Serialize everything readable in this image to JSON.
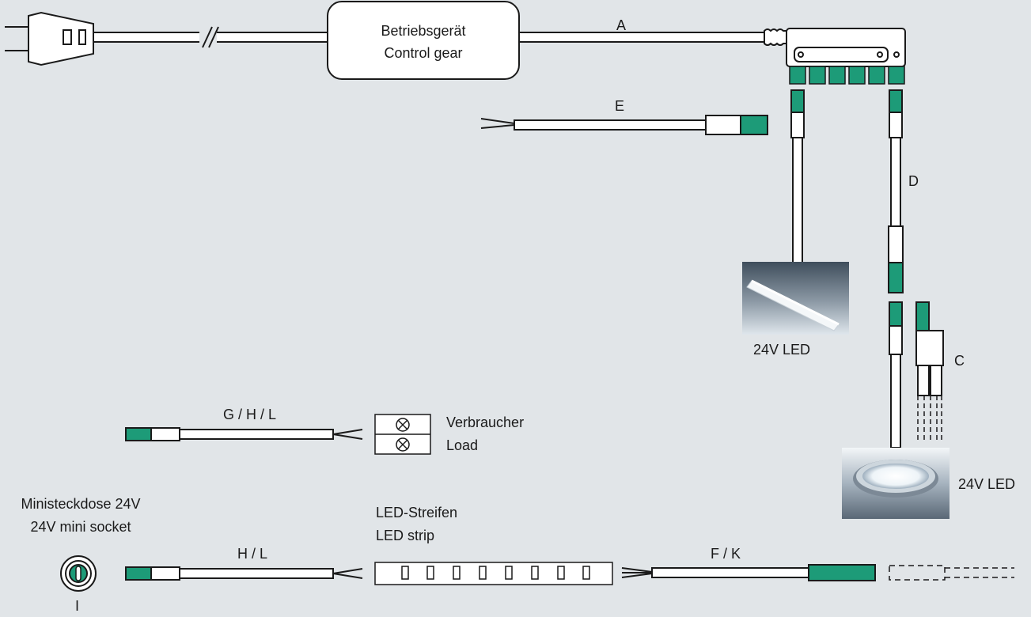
{
  "colors": {
    "background": "#e1e5e8",
    "connector": "#1d9b78",
    "line": "#1a1a1a",
    "fill": "#ffffff"
  },
  "control_gear": {
    "line1": "Betriebsgerät",
    "line2": "Control gear"
  },
  "cables": {
    "a": "A",
    "c": "C",
    "d": "D",
    "e": "E",
    "ghl": "G / H / L",
    "hl": "H / L",
    "fk": "F / K"
  },
  "lights": {
    "tube_label": "24V LED",
    "spot_label": "24V LED"
  },
  "load": {
    "line1": "Verbraucher",
    "line2": "Load"
  },
  "led_strip": {
    "line1": "LED-Streifen",
    "line2": "LED strip"
  },
  "socket": {
    "line1": "Ministeckdose 24V",
    "line2": "24V mini socket",
    "id": "I"
  },
  "icons": [
    "plug-icon",
    "led-tube-icon",
    "led-spot-icon",
    "lamp-symbol-icon",
    "mini-socket-icon",
    "distributor-icon"
  ]
}
